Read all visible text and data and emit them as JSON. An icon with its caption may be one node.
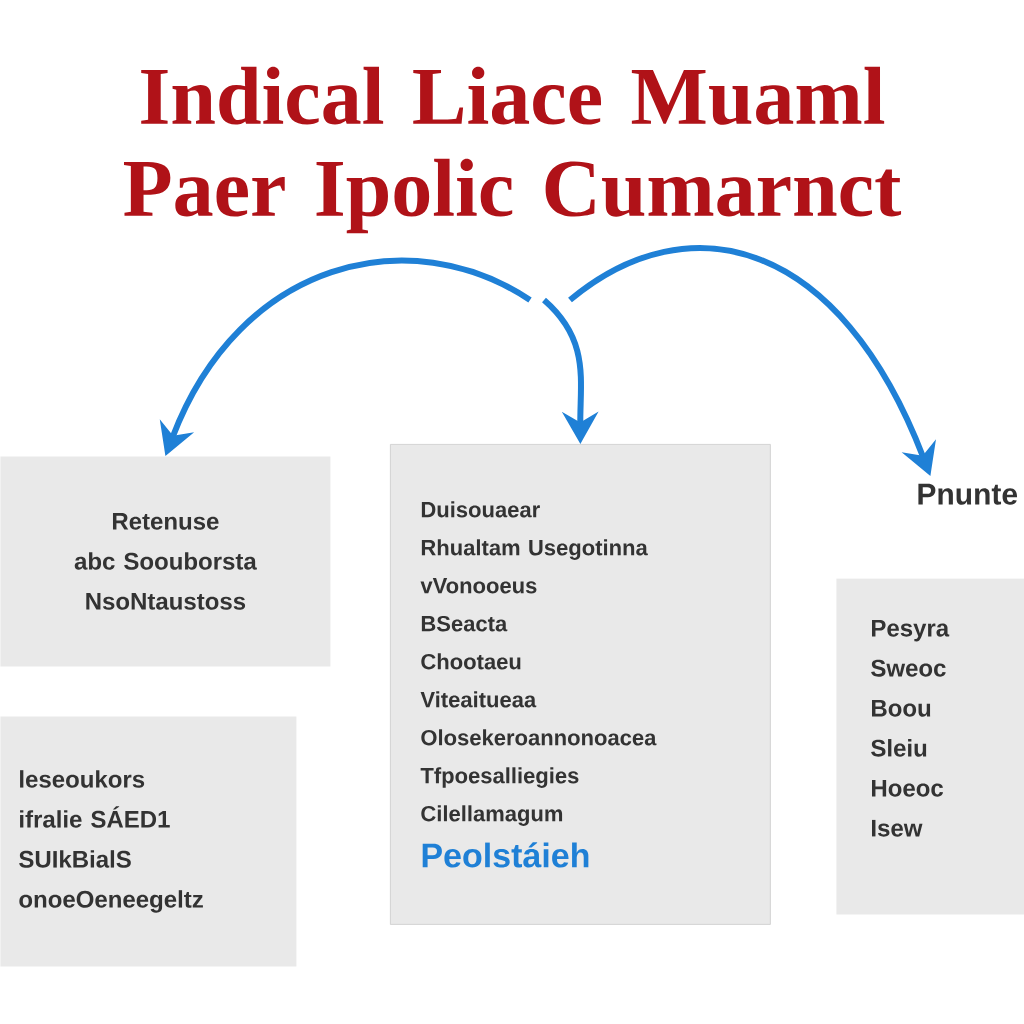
{
  "diagram": {
    "title": "Indical Liace Muaml Paer Ipolic Cumarnct",
    "nodes": [
      {
        "text": [
          "Retenuse",
          "abc Soouborsta",
          "NsoNtaustoss"
        ]
      },
      {
        "text": [
          "Duisouaear",
          "Rhualtam Usegotinna",
          "vVonooeus",
          "BSeacta",
          "Chootaeu",
          "Viteaitueaa",
          "Olosekeroannonoacea",
          "Tfpoesalliegies",
          "Cilellamagum",
          "Peolstáieh"
        ]
      },
      {
        "text": [
          "Pnunte",
          "Pesyra",
          "Sweoc",
          "Boou",
          "Sleiu",
          "Hoeoc",
          "Isew"
        ]
      },
      {
        "text": [
          "leseoukors",
          "ifralie SÁED1",
          "SUIkBialS",
          "onoeOeneegeltz"
        ]
      }
    ],
    "edges": [
      {
        "from": null,
        "to": 0,
        "arrow": "to"
      },
      {
        "from": null,
        "to": 1,
        "arrow": "to"
      },
      {
        "from": null,
        "to": 2,
        "arrow": "to"
      }
    ]
  }
}
